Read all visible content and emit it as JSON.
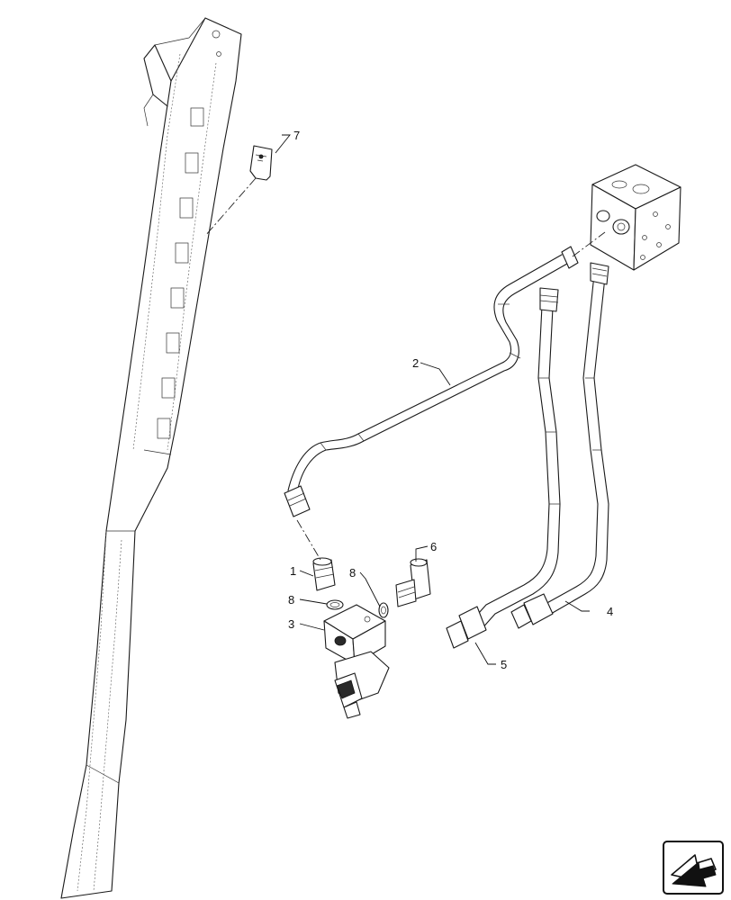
{
  "callouts": [
    {
      "id": "c1",
      "text": "1"
    },
    {
      "id": "c2",
      "text": "2"
    },
    {
      "id": "c3",
      "text": "3"
    },
    {
      "id": "c4",
      "text": "4"
    },
    {
      "id": "c5",
      "text": "5"
    },
    {
      "id": "c6",
      "text": "6"
    },
    {
      "id": "c7",
      "text": "7"
    },
    {
      "id": "c8a",
      "text": "8"
    },
    {
      "id": "c8b",
      "text": "8"
    }
  ],
  "icons": {
    "corner": "next-page-arrow-icon"
  },
  "colors": {
    "line": "#1a1a1a",
    "background": "#ffffff"
  }
}
